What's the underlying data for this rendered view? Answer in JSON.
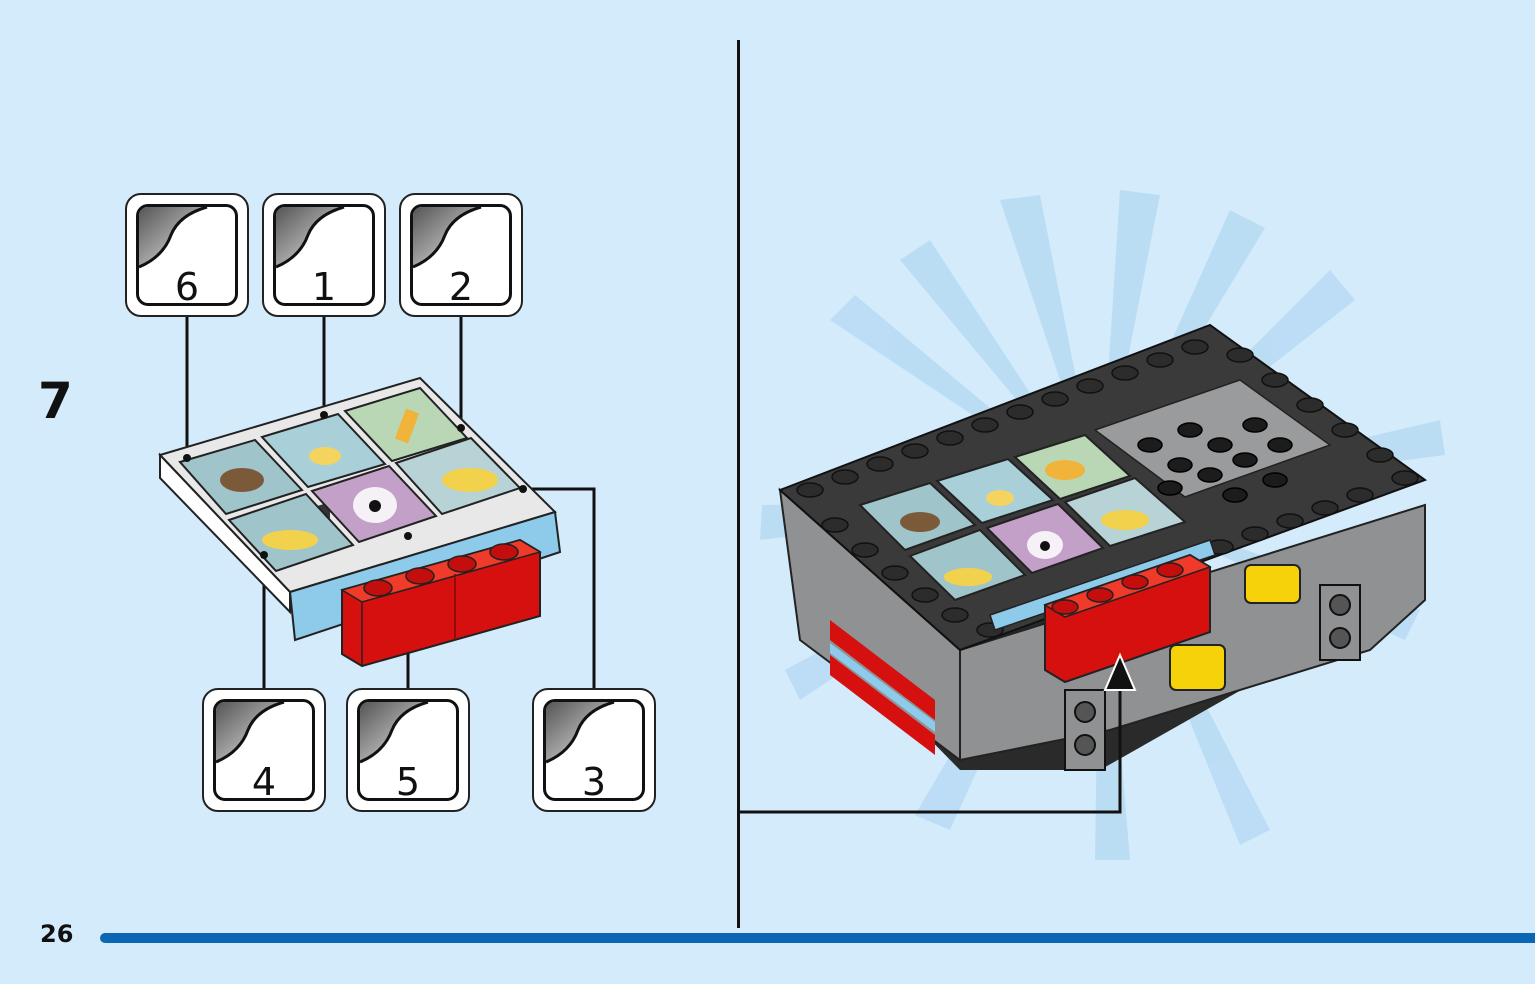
{
  "step": {
    "number": "7"
  },
  "page": {
    "number": "26"
  },
  "stickers": [
    {
      "label": "6"
    },
    {
      "label": "1"
    },
    {
      "label": "2"
    },
    {
      "label": "4"
    },
    {
      "label": "5"
    },
    {
      "label": "3"
    }
  ],
  "colors": {
    "background": "#d4ebfb",
    "accent_bar": "#0d66b3",
    "brick_red": "#d6100f",
    "brick_dark": "#3a3a3a",
    "brick_grey": "#8f9192",
    "brick_yellow": "#f6d20a",
    "brick_blue": "#8ecbea"
  },
  "icons": [
    "sticker-sheet-icon",
    "assembly-arrow-icon"
  ]
}
